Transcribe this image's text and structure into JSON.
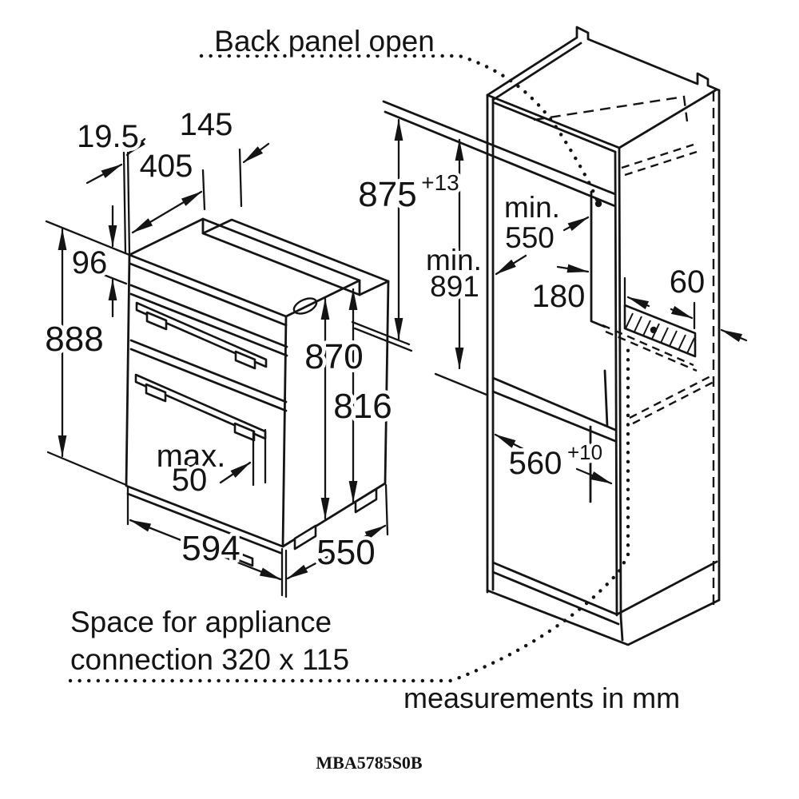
{
  "colors": {
    "ink": "#141414",
    "background": "#ffffff"
  },
  "header": {
    "back_panel_note": "Back panel open"
  },
  "oven": {
    "dims": {
      "front_frame_thickness": "19.5",
      "top_rear_depth": "145",
      "top_front_depth": "405",
      "fascia_height": "96",
      "total_height": "888",
      "carcass_height": "870",
      "lower_body_height": "816",
      "handle_depth_line1": "max.",
      "handle_depth_line2": "50",
      "width": "594",
      "depth": "550"
    }
  },
  "cabinet": {
    "dims": {
      "niche_height_value": "875",
      "niche_height_tolerance": "+13",
      "min_height_line1": "min.",
      "min_height_line2": "891",
      "min_depth_line1": "min.",
      "min_depth_line2": "550",
      "rear_clearance": "180",
      "vent_width": "60",
      "niche_width_value": "560",
      "niche_width_tolerance": "+10"
    }
  },
  "footer": {
    "connection_note_line1": "Space for appliance",
    "connection_note_line2": "connection 320 x 115",
    "units_note": "measurements in mm",
    "model_code": "MBA5785S0B"
  }
}
